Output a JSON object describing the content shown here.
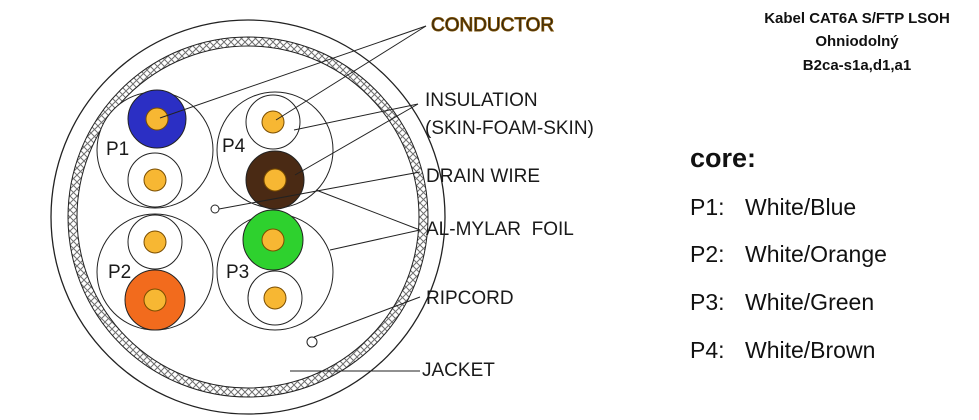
{
  "title_lines": [
    "Kabel CAT6A S/FTP LSOH",
    "Ohniodolný",
    "B2ca-s1a,d1,a1"
  ],
  "labels": {
    "conductor": "CONDUCTOR",
    "insulation": "INSULATION",
    "insulation_sub": "(SKIN-FOAM-SKIN)",
    "drain_wire": "DRAIN WIRE",
    "foil": "AL-MYLAR  FOIL",
    "ripcord": "RIPCORD",
    "jacket": "JACKET"
  },
  "pairs": [
    {
      "id": "P1",
      "colored": "#2b2fc4",
      "pattern": "solid"
    },
    {
      "id": "P2",
      "colored": "#f26b1d",
      "pattern": "solid"
    },
    {
      "id": "P3",
      "colored": "#2ed12e",
      "pattern": "solid"
    },
    {
      "id": "P4",
      "colored": "#4a2a14",
      "pattern": "solid"
    }
  ],
  "colors": {
    "conductor": "#f7b733",
    "conductor_stroke": "#7a4d00",
    "foil_braid": "#8a8a8a"
  },
  "core": {
    "heading": "core:",
    "items": [
      {
        "key": "P1:",
        "value": "White/Blue"
      },
      {
        "key": "P2:",
        "value": "White/Orange"
      },
      {
        "key": "P3:",
        "value": "White/Green"
      },
      {
        "key": "P4:",
        "value": "White/Brown"
      }
    ]
  }
}
